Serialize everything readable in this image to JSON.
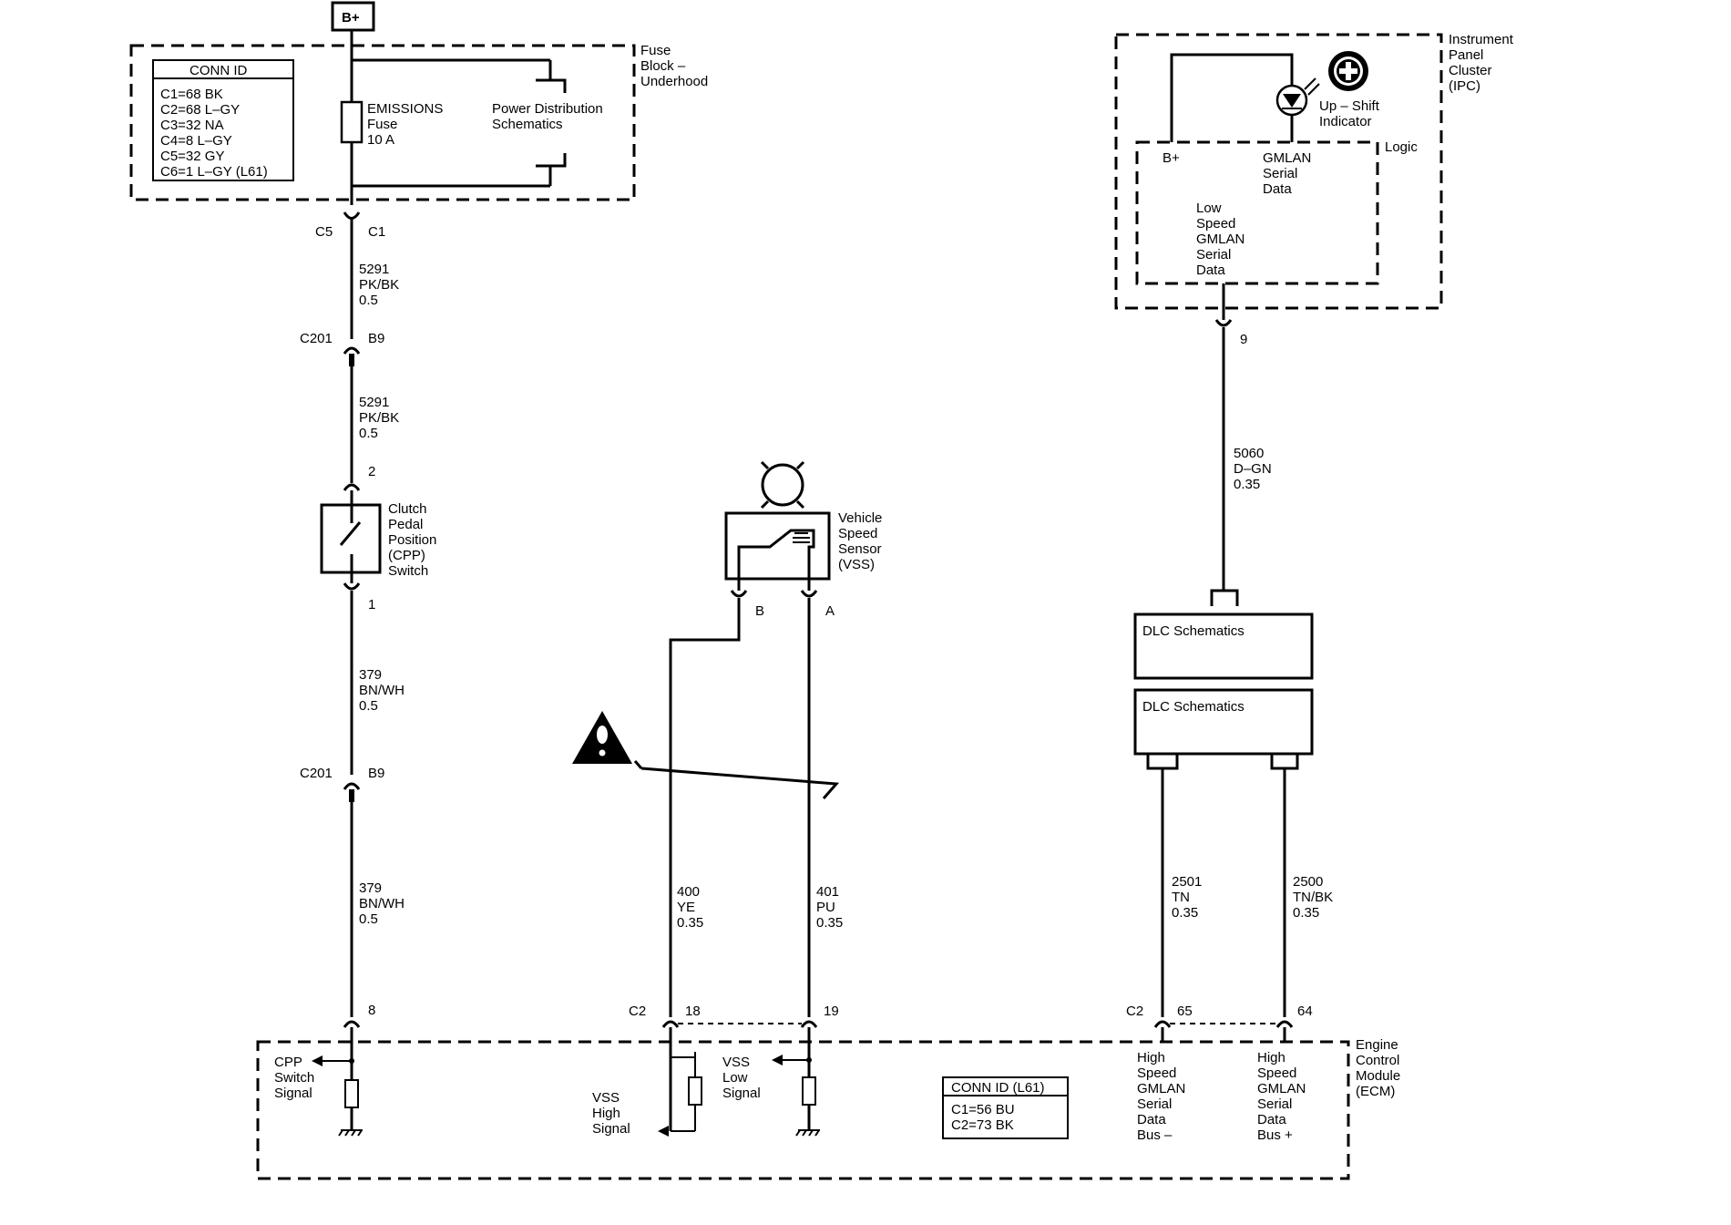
{
  "power": {
    "bplus_top": "B+"
  },
  "fuse_block": {
    "title": [
      "Fuse",
      "Block –",
      "Underhood"
    ],
    "conn_id": {
      "header": "CONN ID",
      "lines": [
        "C1=68 BK",
        "C2=68 L–GY",
        "C3=32 NA",
        "C4=8 L–GY",
        "C5=32 GY",
        "C6=1 L–GY (L61)"
      ]
    },
    "fuse": [
      "EMISSIONS",
      "Fuse",
      "10 A"
    ],
    "power_dist": [
      "Power Distribution",
      "Schematics"
    ],
    "conn_left": "C5",
    "conn_right": "C1"
  },
  "cpp_circuit": {
    "wire1": [
      "5291",
      "PK/BK",
      "0.5"
    ],
    "c201_a": "C201",
    "b9_a": "B9",
    "wire2": [
      "5291",
      "PK/BK",
      "0.5"
    ],
    "pin_top": "2",
    "switch_label": [
      "Clutch",
      "Pedal",
      "Position",
      "(CPP)",
      "Switch"
    ],
    "pin_bottom": "1",
    "wire3": [
      "379",
      "BN/WH",
      "0.5"
    ],
    "c201_b": "C201",
    "b9_b": "B9",
    "wire4": [
      "379",
      "BN/WH",
      "0.5"
    ],
    "ecm_pin": "8"
  },
  "vss": {
    "label": [
      "Vehicle",
      "Speed",
      "Sensor",
      "(VSS)"
    ],
    "pin_b": "B",
    "pin_a": "A",
    "wire_b": [
      "400",
      "YE",
      "0.35"
    ],
    "wire_a": [
      "401",
      "PU",
      "0.35"
    ],
    "conn": "C2",
    "pin18": "18",
    "pin19": "19"
  },
  "ipc": {
    "title": [
      "Instrument",
      "Panel",
      "Cluster",
      "(IPC)"
    ],
    "upshift": [
      "Up – Shift",
      "Indicator"
    ],
    "logic": "Logic",
    "bplus": "B+",
    "gmlan": [
      "GMLAN",
      "Serial",
      "Data"
    ],
    "low_speed": [
      "Low",
      "Speed",
      "GMLAN",
      "Serial",
      "Data"
    ],
    "pin9": "9",
    "wire": [
      "5060",
      "D–GN",
      "0.35"
    ]
  },
  "dlc": {
    "box1": "DLC Schematics",
    "box2": "DLC Schematics"
  },
  "gmlan_bus": {
    "wire_neg": [
      "2501",
      "TN",
      "0.35"
    ],
    "wire_pos": [
      "2500",
      "TN/BK",
      "0.35"
    ],
    "conn": "C2",
    "pin65": "65",
    "pin64": "64"
  },
  "ecm": {
    "title": [
      "Engine",
      "Control",
      "Module",
      "(ECM)"
    ],
    "cpp_signal": [
      "CPP",
      "Switch",
      "Signal"
    ],
    "vss_high": [
      "VSS",
      "High",
      "Signal"
    ],
    "vss_low": [
      "VSS",
      "Low",
      "Signal"
    ],
    "conn_id": {
      "header": "CONN ID (L61)",
      "lines": [
        "C1=56 BU",
        "C2=73 BK"
      ]
    },
    "hs_neg": [
      "High",
      "Speed",
      "GMLAN",
      "Serial",
      "Data",
      "Bus –"
    ],
    "hs_pos": [
      "High",
      "Speed",
      "GMLAN",
      "Serial",
      "Data",
      "Bus +"
    ]
  }
}
